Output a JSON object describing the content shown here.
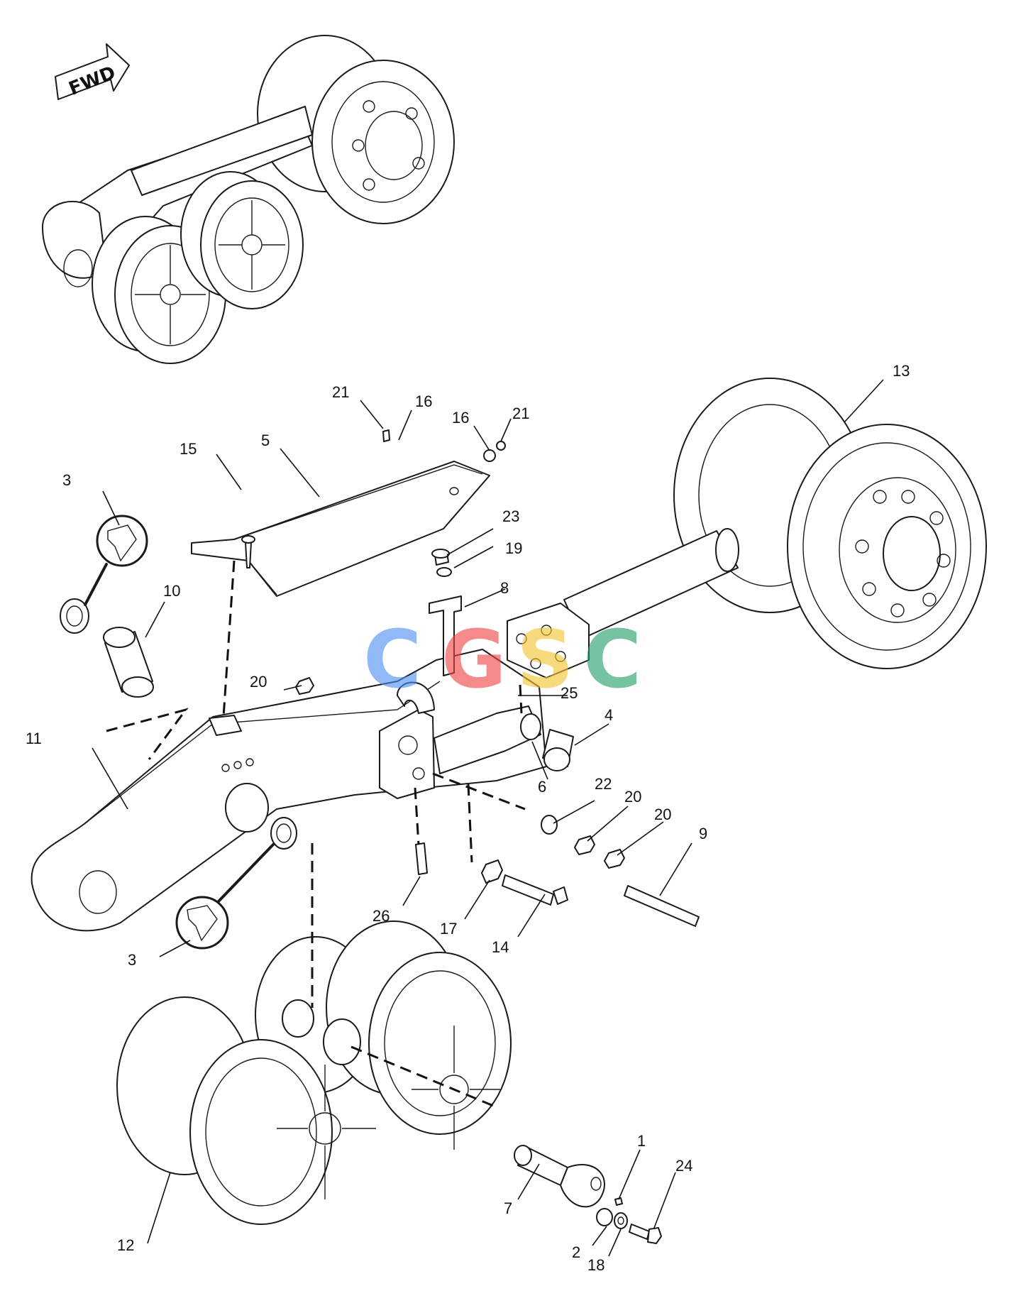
{
  "orientation_label": "FWD",
  "callouts": [
    {
      "id": "c1",
      "text": "1"
    },
    {
      "id": "c2",
      "text": "2"
    },
    {
      "id": "c3a",
      "text": "3"
    },
    {
      "id": "c3b",
      "text": "3"
    },
    {
      "id": "c4",
      "text": "4"
    },
    {
      "id": "c5",
      "text": "5"
    },
    {
      "id": "c6",
      "text": "6"
    },
    {
      "id": "c7",
      "text": "7"
    },
    {
      "id": "c8",
      "text": "8"
    },
    {
      "id": "c9",
      "text": "9"
    },
    {
      "id": "c10",
      "text": "10"
    },
    {
      "id": "c11",
      "text": "11"
    },
    {
      "id": "c12",
      "text": "12"
    },
    {
      "id": "c13",
      "text": "13"
    },
    {
      "id": "c14",
      "text": "14"
    },
    {
      "id": "c15",
      "text": "15"
    },
    {
      "id": "c16a",
      "text": "16"
    },
    {
      "id": "c16b",
      "text": "16"
    },
    {
      "id": "c17",
      "text": "17"
    },
    {
      "id": "c18",
      "text": "18"
    },
    {
      "id": "c19",
      "text": "19"
    },
    {
      "id": "c20a",
      "text": "20"
    },
    {
      "id": "c20b",
      "text": "20"
    },
    {
      "id": "c20c",
      "text": "20"
    },
    {
      "id": "c21a",
      "text": "21"
    },
    {
      "id": "c21b",
      "text": "21"
    },
    {
      "id": "c22",
      "text": "22"
    },
    {
      "id": "c23",
      "text": "23"
    },
    {
      "id": "c24",
      "text": "24"
    },
    {
      "id": "c25",
      "text": "25"
    },
    {
      "id": "c26",
      "text": "26"
    }
  ],
  "watermark": {
    "letters": [
      "C",
      "G",
      "S",
      "C"
    ],
    "colors": [
      "#4f8ff0",
      "#ef4444",
      "#f4c430",
      "#22a06b"
    ]
  }
}
